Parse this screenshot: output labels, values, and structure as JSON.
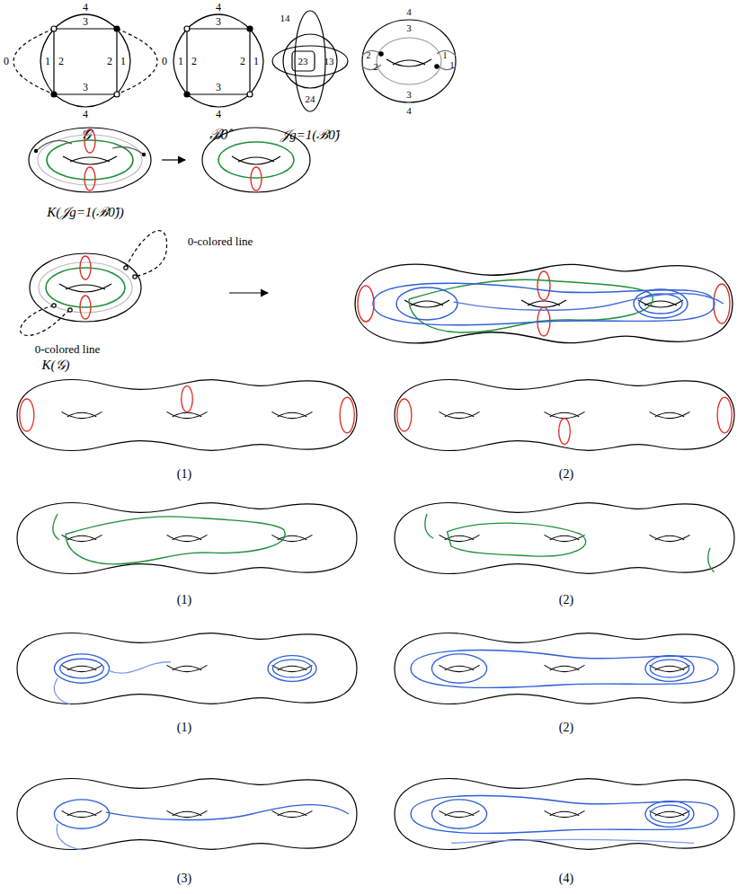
{
  "diagram": {
    "labels": [
      "4",
      "3",
      "0",
      "1",
      "2",
      "2",
      "1",
      "0",
      "3",
      "4",
      "𝒢",
      "4",
      "3",
      "1",
      "2",
      "2",
      "1",
      "3",
      "4",
      "ℬ0̂",
      "14",
      "23",
      "13",
      "24",
      "𝒥g=1(ℬ0̂)",
      "4",
      "3",
      "2",
      "2",
      "1",
      "1",
      "3",
      "4",
      "K(𝒥g=1(ℬ0̂))",
      "0-colored line",
      "0-colored line",
      "K(𝒢)",
      "(1)",
      "(2)",
      "(1)",
      "(2)",
      "(1)",
      "(2)",
      "(3)",
      "(4)"
    ]
  }
}
